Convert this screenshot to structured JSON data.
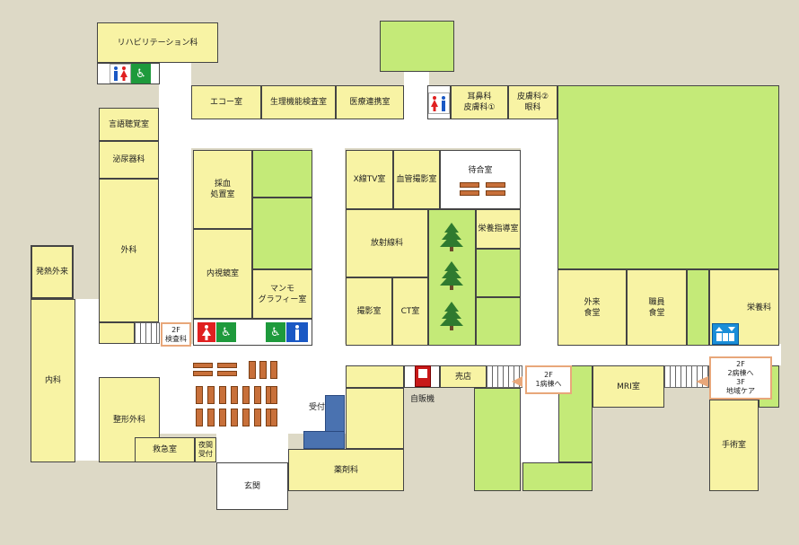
{
  "rooms": {
    "rehab": "リハビリテーション科",
    "echo": "エコー室",
    "physio": "生理機能検査室",
    "liaison": "医療連携室",
    "ent": "耳鼻科\n皮膚科①",
    "derm2": "皮膚科②\n眼科",
    "hearing": "言語聴覚室",
    "urology": "泌尿器科",
    "surgery": "外科",
    "fever": "発熱外来",
    "internal": "内科",
    "blood": "採血\n処置室",
    "endoscopy": "内視鏡室",
    "mammo": "マンモ\nグラフィー室",
    "xray_tv": "X線TV室",
    "angio": "血管撮影室",
    "waiting": "待合室",
    "radiology": "放射線科",
    "nutrition_guide": "栄養指導室",
    "photo": "撮影室",
    "ct": "CT室",
    "outpatient_cafe": "外来\n食堂",
    "staff_cafe": "職員\n食堂",
    "nutrition": "栄養科",
    "shop": "売店",
    "vending": "自販機",
    "mri": "MRI室",
    "operating": "手術室",
    "orthopedics": "整形外科",
    "emergency": "救急室",
    "night": "夜間\n受付",
    "entrance": "玄関",
    "pharmacy": "薬剤科",
    "reception": "受付"
  },
  "callouts": {
    "exam2f": "2F\n検査科",
    "ward1": "2F\n1病棟へ",
    "ward2": "2F\n2病棟へ\n3F\n地域ケア"
  },
  "icons": {
    "toilet": "toilet-icon",
    "wheelchair": "wheelchair-icon",
    "elevator": "elevator-icon",
    "vending": "vending-machine-icon",
    "tree": "tree-icon",
    "bench": "bench-icon"
  },
  "colors": {
    "background": "#ddd9c6",
    "corridor": "#ffffff",
    "room_yellow": "#f8f3a4",
    "room_green": "#c4ea78",
    "callout_border": "#e8a77a",
    "reception_blue": "#4a72b0",
    "bench": "#c8703a",
    "tree": "#2f7a2f"
  }
}
